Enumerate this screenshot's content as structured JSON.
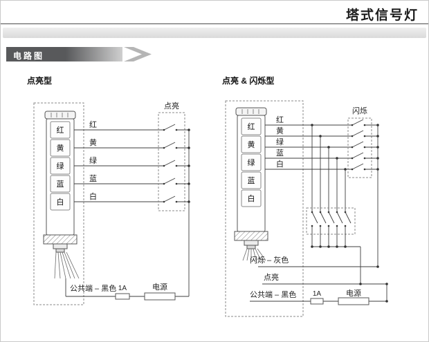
{
  "page": {
    "title": "塔式信号灯"
  },
  "section": {
    "label": "电路图"
  },
  "left": {
    "title": "点亮型",
    "tower_segments": [
      "红",
      "黄",
      "绿",
      "蓝",
      "白"
    ],
    "wire_labels": [
      "红",
      "黄",
      "绿",
      "蓝",
      "白"
    ],
    "switch_group_label": "点亮",
    "common_label": "公共端 – 黑色",
    "fuse_label": "1A",
    "power_label": "电源"
  },
  "right": {
    "title": "点亮 & 闪烁型",
    "tower_segments": [
      "红",
      "黄",
      "绿",
      "蓝",
      "白"
    ],
    "wire_labels": [
      "红",
      "黄",
      "绿",
      "蓝",
      "白"
    ],
    "flash_group_label": "闪烁",
    "flash_wire_label": "闪烁 – 灰色",
    "steady_wire_label": "点亮",
    "common_label": "公共端 – 黑色",
    "fuse_label": "1A",
    "power_label": "电源"
  },
  "colors": {
    "banner_bg": "#58595b",
    "line": "#3c3c3c"
  }
}
